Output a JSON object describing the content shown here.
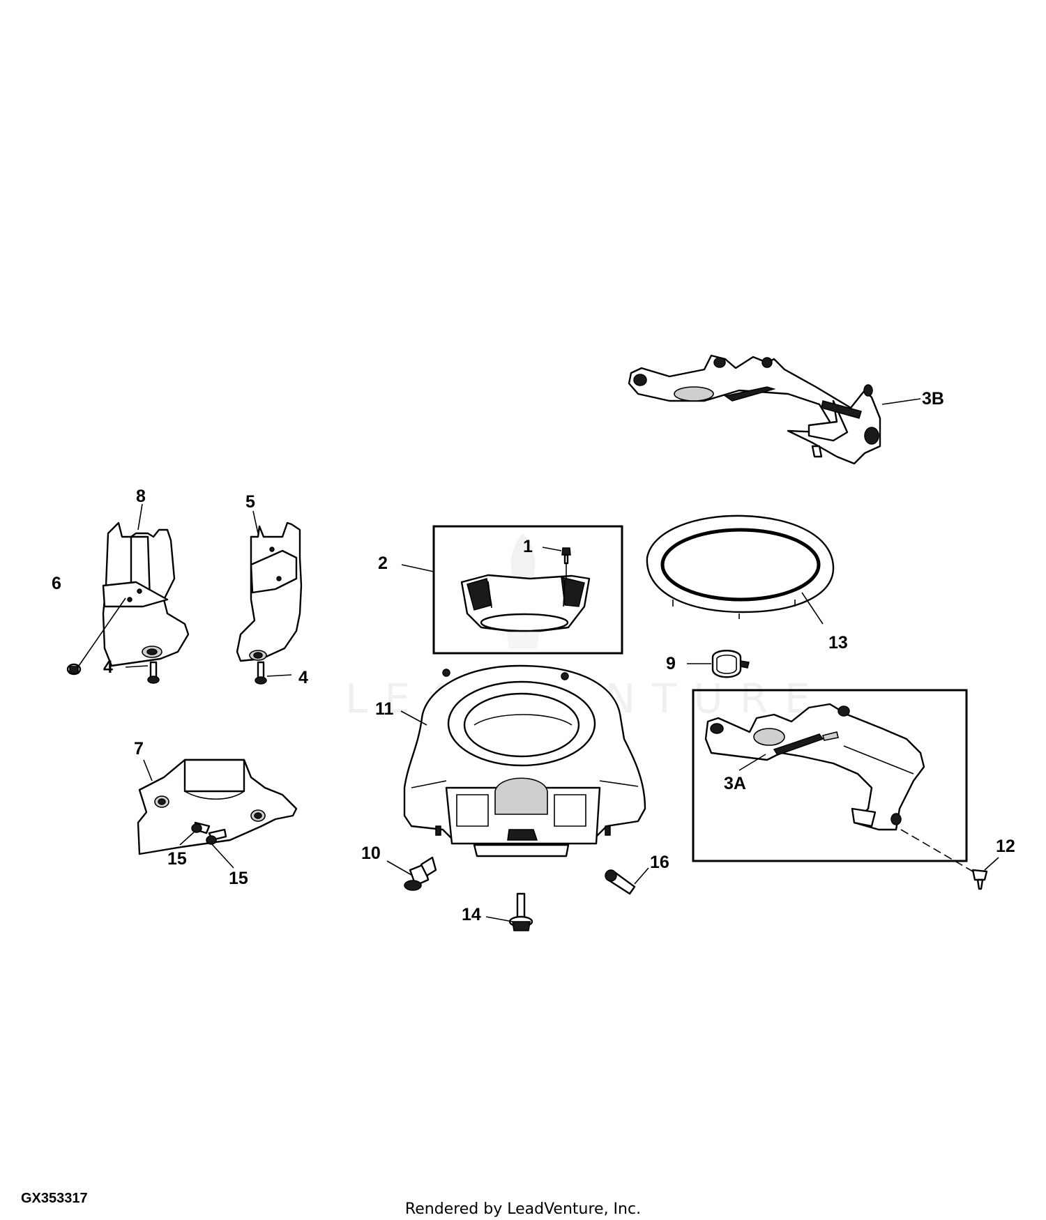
{
  "diagram": {
    "code": "GX353317",
    "credit": "Rendered by LeadVenture, Inc.",
    "watermark": "LEADVENTURE",
    "callouts": {
      "c1": "1",
      "c2": "2",
      "c3a": "3A",
      "c3b": "3B",
      "c4a": "4",
      "c4b": "4",
      "c5": "5",
      "c6": "6",
      "c7": "7",
      "c8": "8",
      "c9": "9",
      "c10": "10",
      "c11": "11",
      "c12": "12",
      "c13": "13",
      "c14": "14",
      "c15a": "15",
      "c15b": "15",
      "c16": "16"
    }
  }
}
